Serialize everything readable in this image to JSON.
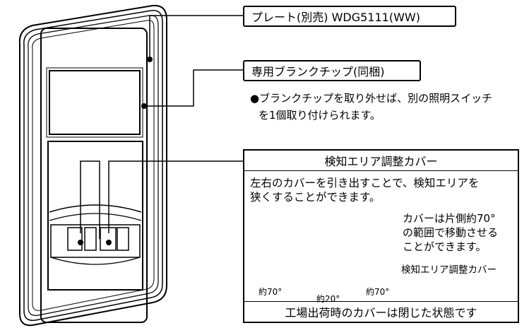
{
  "callouts": {
    "plate": "プレート(別売) WDG5111(WW)",
    "blank_chip": "専用ブランクチップ(同梱)",
    "blank_note_line1": "●ブランクチップを取り外せば、別の照明スイッチ",
    "blank_note_line2": "を1個取り付けられます。"
  },
  "cover_box": {
    "title": "検知エリア調整カバー",
    "description": "左右のカバーを引き出すことで、検知エリアを\n狭くすることができます。",
    "note": "カバーは片側約70°\nの範囲で移動させる\nことができます。",
    "cover_label": "検知エリア調整カバー",
    "angle_left": "約70°",
    "angle_center": "約20°",
    "angle_right": "約70°",
    "footer": "工場出荷時のカバーは閉じた状態です"
  }
}
